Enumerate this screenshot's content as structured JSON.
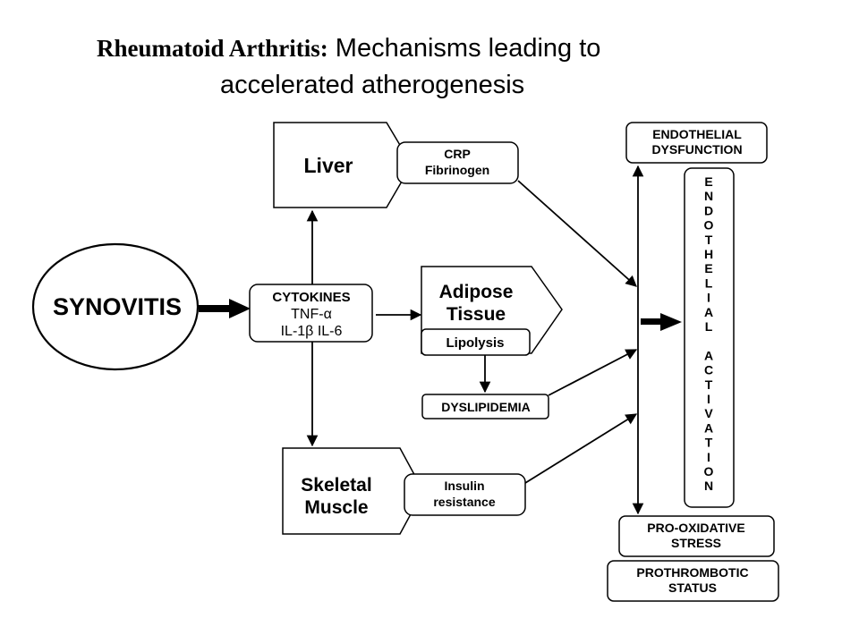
{
  "title": {
    "part1": "Rheumatoid Arthritis:",
    "part2": " Mechanisms leading to",
    "line2": "accelerated atherogenesis"
  },
  "nodes": {
    "synovitis": "SYNOVITIS",
    "cytokines": {
      "head": "CYTOKINES",
      "line2": "TNF-α",
      "line3": "IL-1β IL-6"
    },
    "liver": "Liver",
    "crp": {
      "line1": "CRP",
      "line2": "Fibrinogen"
    },
    "adipose": {
      "line1": "Adipose",
      "line2": "Tissue"
    },
    "lipolysis": "Lipolysis",
    "dyslipidemia": "DYSLIPIDEMIA",
    "skeletal": {
      "line1": "Skeletal",
      "line2": "Muscle"
    },
    "insulin": {
      "line1": "Insulin",
      "line2": "resistance"
    },
    "endothelial_dysfunction": {
      "line1": "ENDOTHELIAL",
      "line2": "DYSFUNCTION"
    },
    "endothelial_activation": [
      "E",
      "N",
      "D",
      "O",
      "T",
      "H",
      "E",
      "L",
      "I",
      "A",
      "L",
      "",
      "A",
      "C",
      "T",
      "I",
      "V",
      "A",
      "T",
      "I",
      "O",
      "N"
    ],
    "pro_oxidative": {
      "line1": "PRO-OXIDATIVE",
      "line2": "STRESS"
    },
    "prothrombotic": {
      "line1": "PROTHROMBOTIC",
      "line2": "STATUS"
    }
  }
}
